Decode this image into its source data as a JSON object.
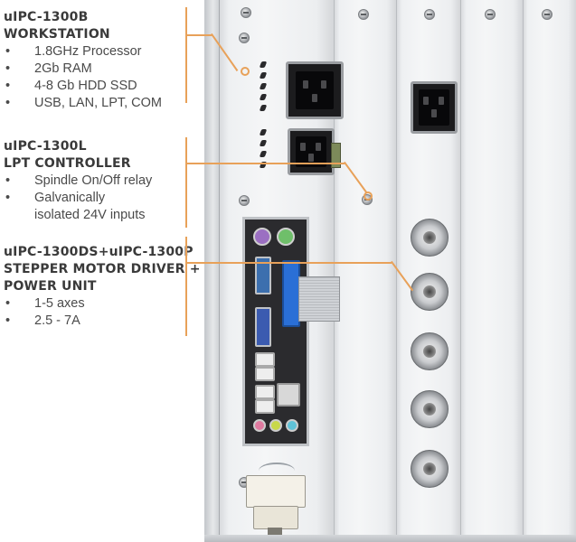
{
  "blocks": [
    {
      "title_line1": "uIPC-1300B",
      "title_line2": "WORKSTATION",
      "items": [
        "1.8GHz Processor",
        "2Gb RAM",
        "4-8 Gb HDD SSD",
        "USB, LAN, LPT, COM"
      ]
    },
    {
      "title_line1": "uIPC-1300L",
      "title_line2": "LPT CONTROLLER",
      "items": [
        "Spindle On/Off relay",
        "Galvanically",
        "isolated 24V inputs"
      ]
    },
    {
      "title_line1": "uIPC-1300DS+uIPC-1300P",
      "title_line2": "STEPPER MOTOR DRIVER +",
      "title_line3": "POWER UNIT",
      "items": [
        "1-5 axes",
        "2.5 - 7A"
      ]
    }
  ],
  "colors": {
    "accent_orange": "#e8a159",
    "text_dark": "#3a3a3a",
    "panel_aluminum": "#eef0f2",
    "port_purple": "#9b6fc2",
    "port_green": "#6fbf6a",
    "port_blue": "#2a6fd6",
    "audio_pink": "#e07aa0",
    "audio_lime": "#c8d84a",
    "audio_cyan": "#5fc2d8"
  }
}
